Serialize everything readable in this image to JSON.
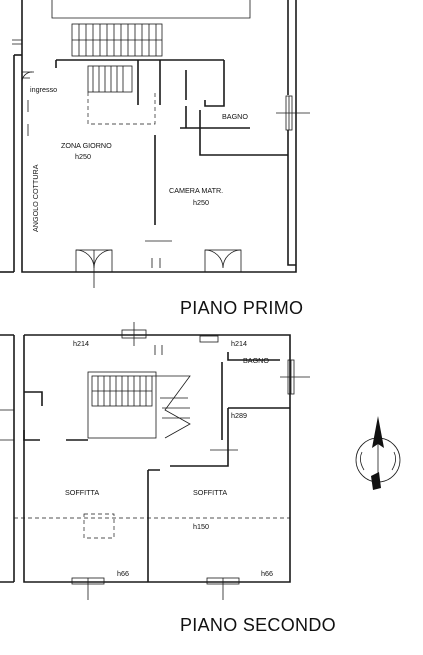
{
  "floor_1": {
    "title": "PIANO PRIMO",
    "rooms": {
      "entrance": "ingresso",
      "living": "ZONA GIORNO",
      "living_height": "h250",
      "kitchen": "ANGOLO COTTURA",
      "bedroom": "CAMERA MATR.",
      "bedroom_height": "h250",
      "bathroom": "BAGNO"
    }
  },
  "floor_2": {
    "title": "PIANO SECONDO",
    "rooms": {
      "h_left_top": "h214",
      "h_right_top": "h214",
      "bathroom": "BAGNO",
      "h_mid": "h289",
      "attic_left": "SOFFITTA",
      "attic_right": "SOFFITTA",
      "h_center": "h150",
      "h_bottom_left": "h66",
      "h_bottom_right": "h66"
    }
  }
}
